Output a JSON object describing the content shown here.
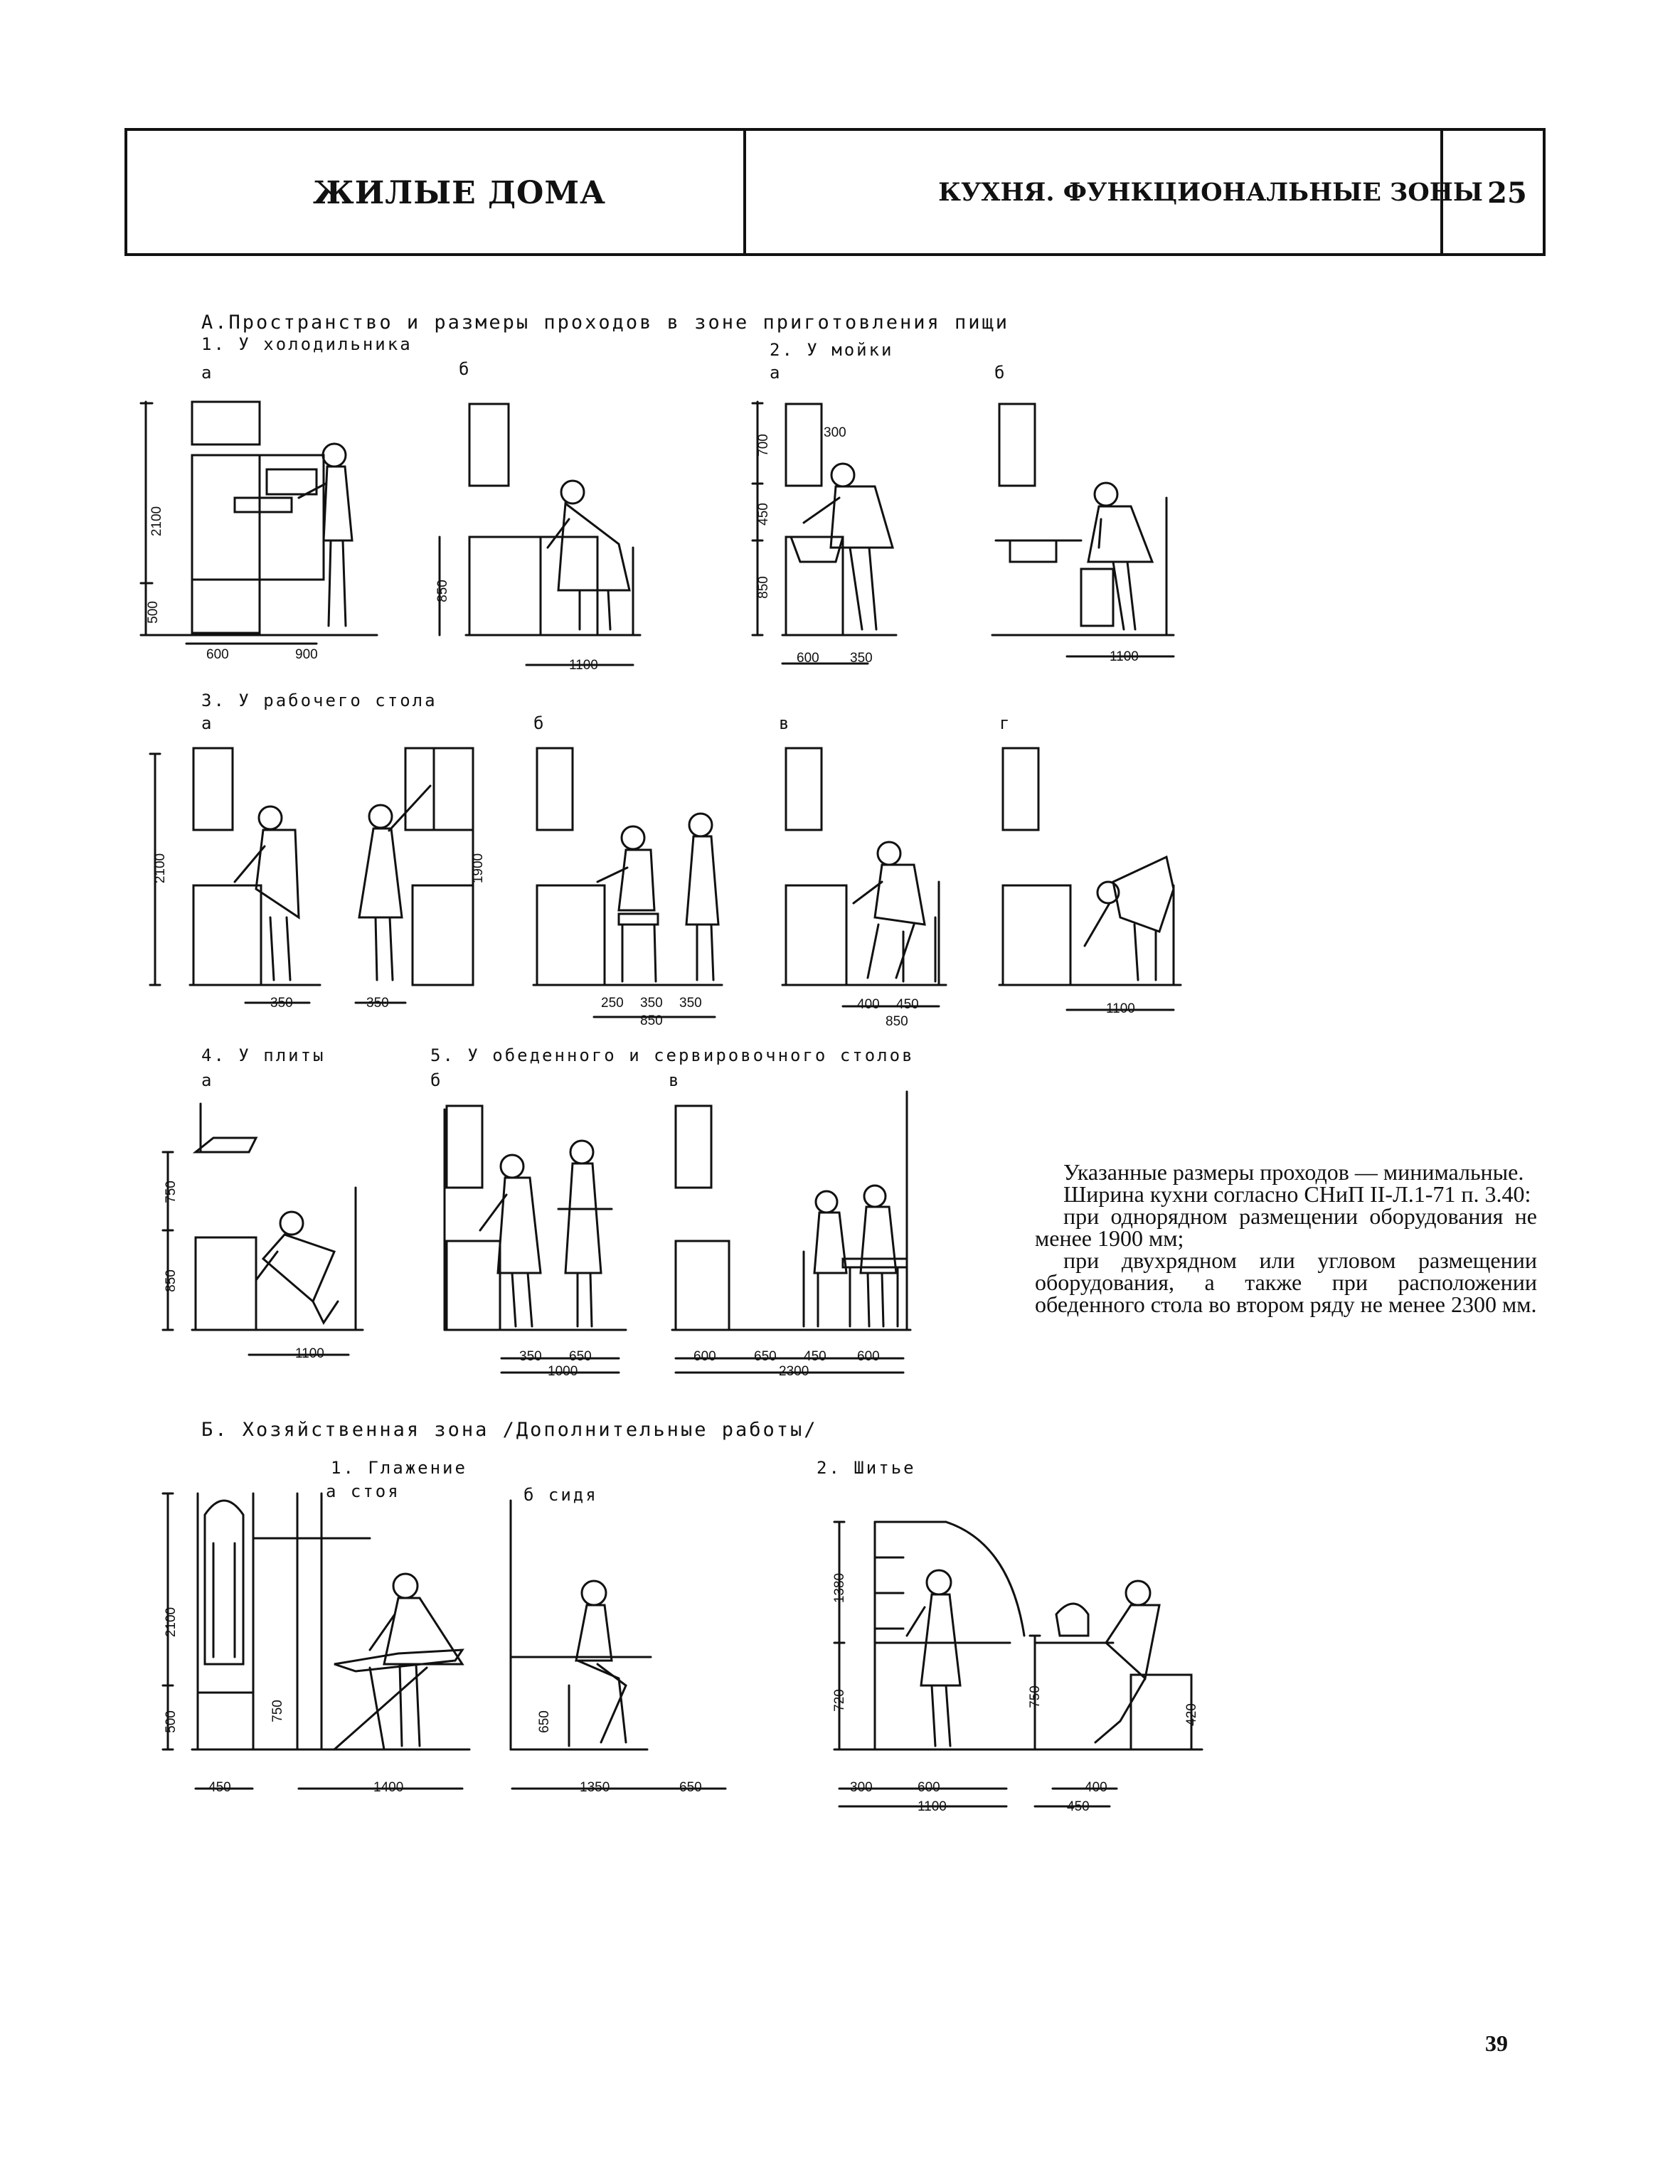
{
  "header": {
    "section": "ЖИЛЫЕ ДОМА",
    "topic": "КУХНЯ. ФУНКЦИОНАЛЬНЫЕ ЗОНЫ",
    "sheet": "25"
  },
  "section_a": {
    "title": "А.Пространство и размеры проходов в зоне приготовления пищи",
    "group1": {
      "title": "1. У холодильника",
      "a": {
        "label": "а",
        "dims": [
          "2100",
          "500",
          "600",
          "900"
        ]
      },
      "b": {
        "label": "б",
        "dims": [
          "850",
          "1100"
        ]
      }
    },
    "group2": {
      "title": "2. У мойки",
      "a": {
        "label": "а",
        "dims": [
          "700",
          "450",
          "850",
          "300",
          "600",
          "350"
        ]
      },
      "b": {
        "label": "б",
        "dims": [
          "1100"
        ]
      }
    },
    "group3": {
      "title": "3. У рабочего стола",
      "a": {
        "label": "а",
        "dims": [
          "2100",
          "350",
          "350"
        ]
      },
      "b": {
        "label": "б",
        "dims": [
          "1900",
          "250",
          "350",
          "350",
          "850"
        ]
      },
      "v": {
        "label": "в",
        "dims": [
          "400",
          "450",
          "850"
        ]
      },
      "g": {
        "label": "г",
        "dims": [
          "1100"
        ]
      }
    },
    "group4": {
      "title": "4. У плиты",
      "a": {
        "label": "а",
        "dims": [
          "750",
          "850",
          "1100"
        ]
      }
    },
    "group5": {
      "title": "5. У обеденного и сервировочного столов",
      "b": {
        "label": "б",
        "dims": [
          "350",
          "650",
          "1000"
        ]
      },
      "v": {
        "label": "в",
        "dims": [
          "600",
          "650",
          "450",
          "600",
          "2300"
        ]
      }
    }
  },
  "section_b": {
    "title": "Б. Хозяйственная зона /Дополнительные работы/",
    "ironing": {
      "title": "1. Глажение",
      "standing": "а стоя",
      "sitting": "б сидя",
      "dims_left": [
        "2100",
        "500",
        "450"
      ],
      "dims_a": [
        "750",
        "1400"
      ],
      "dims_b": [
        "650",
        "1350",
        "650"
      ]
    },
    "sewing": {
      "title": "2. Шитье",
      "dims": [
        "1380",
        "720",
        "750",
        "420",
        "300",
        "600",
        "1100",
        "400",
        "450"
      ]
    }
  },
  "notes": {
    "p1": "Указанные размеры проходов — минимальные.",
    "p2": "Ширина кухни согласно СНиП II-Л.1-71 п. 3.40:",
    "p3": "при однорядном размещении оборудования не менее 1900 мм;",
    "p4": "при двухрядном или угловом размещении оборудования, а также при расположении обеденного стола во втором ряду не менее 2300 мм."
  },
  "page_number": "39"
}
